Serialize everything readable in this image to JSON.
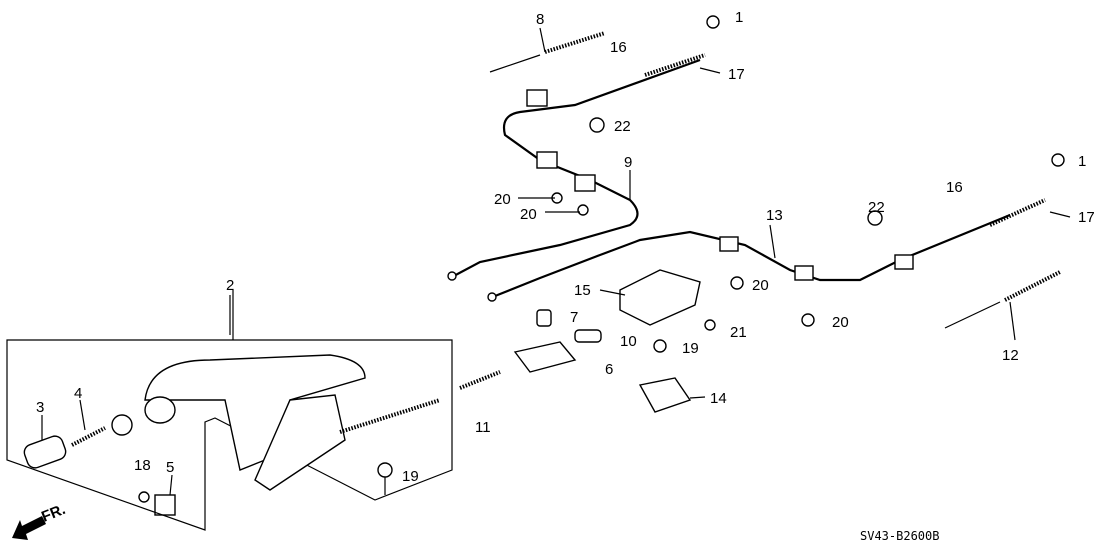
{
  "diagram_code": "SV43-B2600B",
  "direction_label": "FR.",
  "callouts": [
    "1",
    "1",
    "2",
    "3",
    "4",
    "5",
    "6",
    "7",
    "8",
    "9",
    "10",
    "11",
    "12",
    "13",
    "14",
    "15",
    "16",
    "16",
    "17",
    "17",
    "18",
    "19",
    "19",
    "20",
    "20",
    "20",
    "20",
    "21",
    "22",
    "22"
  ]
}
